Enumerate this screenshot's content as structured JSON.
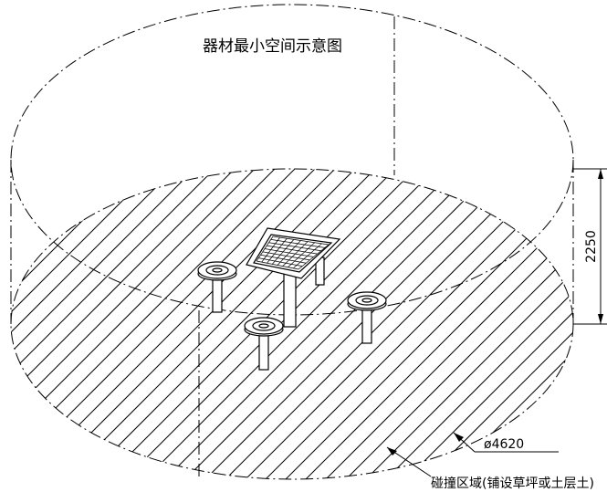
{
  "title": "器材最小空间示意图",
  "dimension_height": "2250",
  "dimension_diameter": "ø4620",
  "zone_label": "碰撞区域(铺设草坪或土层土)",
  "colors": {
    "line": "#000000",
    "background": "#ffffff"
  }
}
